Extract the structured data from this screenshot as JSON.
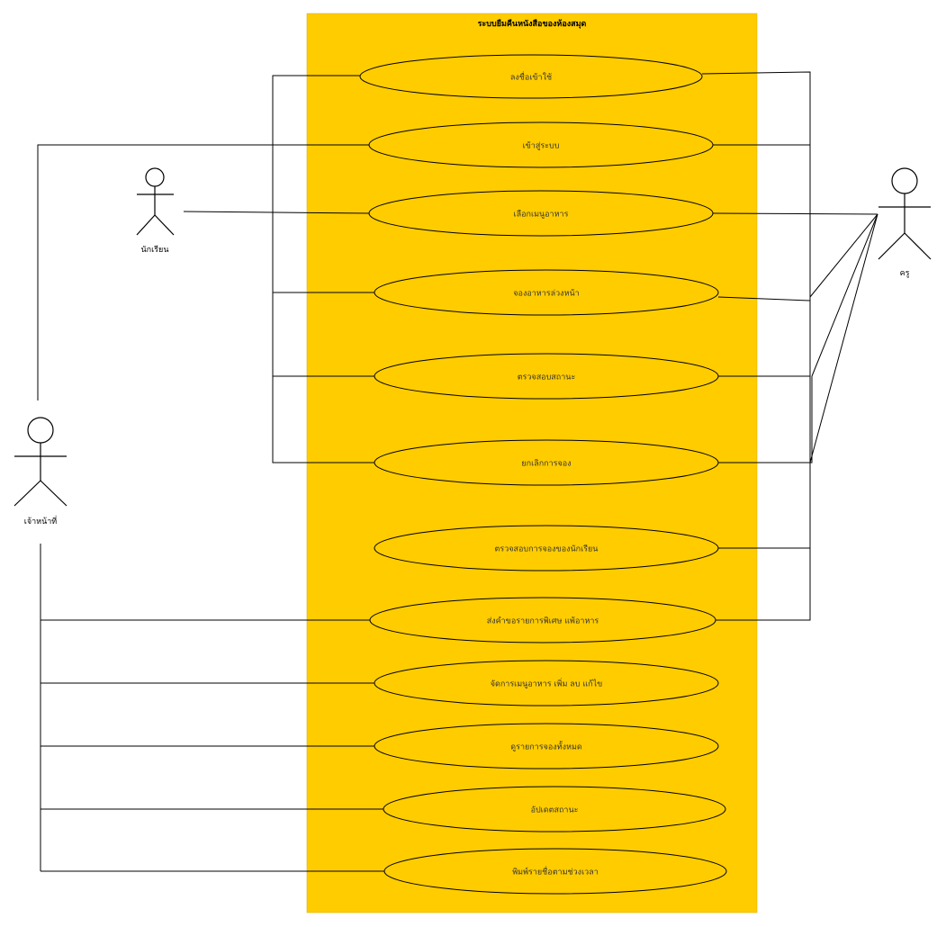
{
  "system": {
    "title": "ระบบยืมคืนหนังสือของห้องสมุด",
    "fill_color": "#ffcc00"
  },
  "actors": [
    {
      "id": "student",
      "name": "นักเรียน"
    },
    {
      "id": "teacher",
      "name": "ครู"
    },
    {
      "id": "staff",
      "name": "เจ้าหน้าที่"
    }
  ],
  "use_cases": [
    {
      "id": "uc1",
      "label": "ลงชื่อเข้าใช้"
    },
    {
      "id": "uc2",
      "label": "เข้าสู่ระบบ"
    },
    {
      "id": "uc3",
      "label": "เลือกเมนูอาหาร"
    },
    {
      "id": "uc4",
      "label": "จองอาหารล่วงหน้า"
    },
    {
      "id": "uc5",
      "label": "ตรวจสอบสถานะ"
    },
    {
      "id": "uc6",
      "label": "ยกเลิกการจอง"
    },
    {
      "id": "uc7",
      "label": "ตรวจสอบการจองของนักเรียน"
    },
    {
      "id": "uc8",
      "label": "ส่งคำขอรายการพิเศษ แพ้อาหาร"
    },
    {
      "id": "uc9",
      "label": "จัดการเมนูอาหาร เพิ่ม ลบ แก้ไข"
    },
    {
      "id": "uc10",
      "label": "ดูรายการจองทั้งหมด"
    },
    {
      "id": "uc11",
      "label": "อัปเดตสถานะ"
    },
    {
      "id": "uc12",
      "label": "พิมพ์รายชื่อตามช่วงเวลา"
    }
  ]
}
